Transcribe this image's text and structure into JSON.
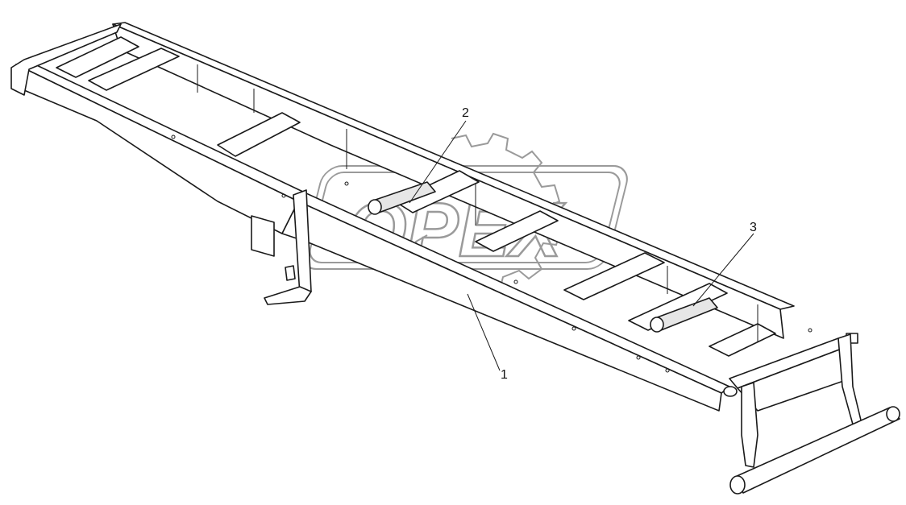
{
  "drawing": {
    "callouts": [
      {
        "label": "1"
      },
      {
        "label": "2"
      },
      {
        "label": "3"
      }
    ],
    "watermark_text": "OPEX",
    "colors": {
      "line": "#1a1a1a",
      "watermark": "#9a9a9a",
      "background": "#ffffff"
    }
  }
}
